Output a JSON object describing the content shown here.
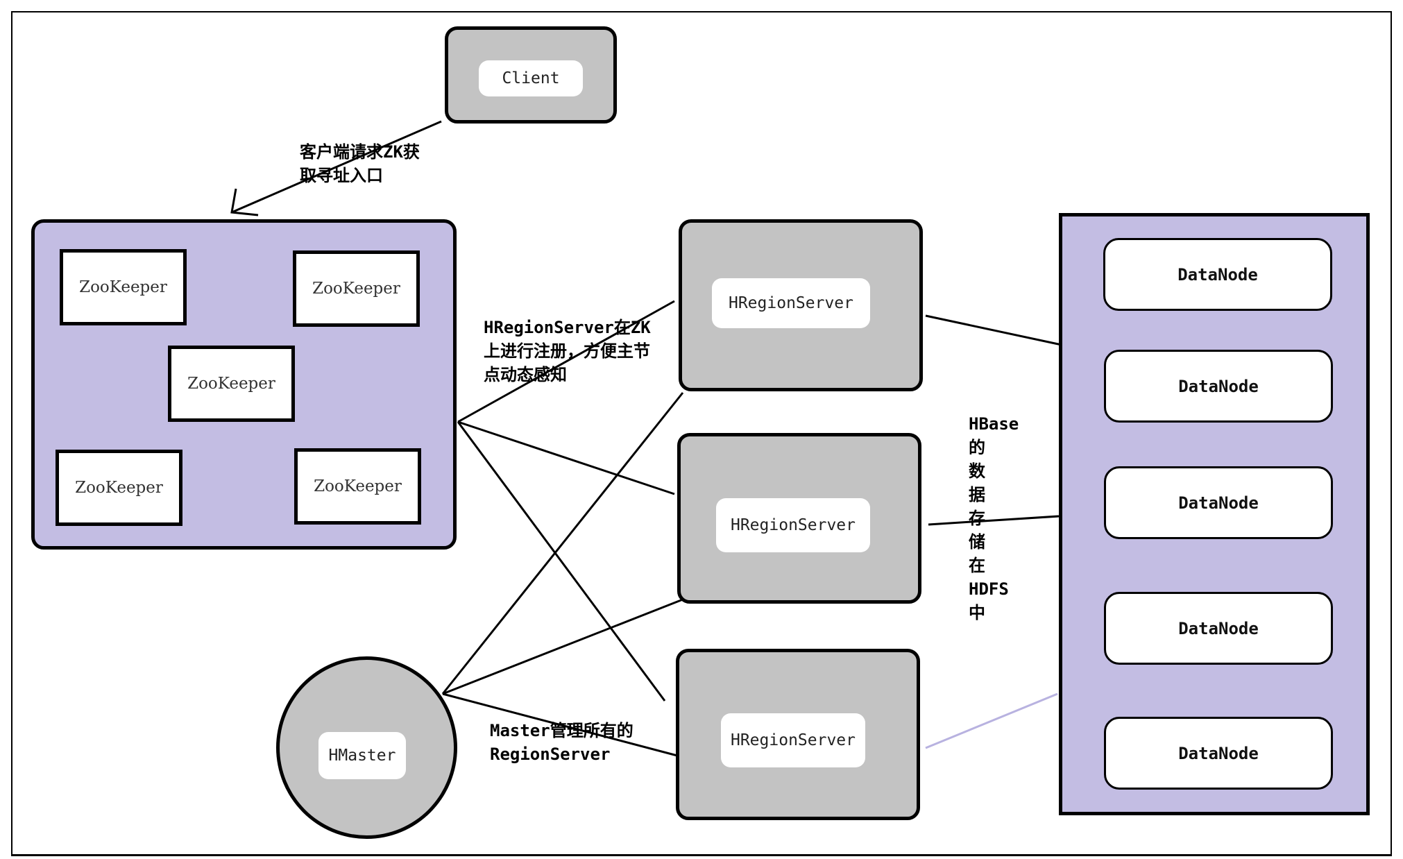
{
  "client": {
    "label": "Client"
  },
  "zookeeper_cluster": {
    "nodes": [
      "ZooKeeper",
      "ZooKeeper",
      "ZooKeeper",
      "ZooKeeper",
      "ZooKeeper"
    ]
  },
  "region_servers": [
    "HRegionServer",
    "HRegionServer",
    "HRegionServer"
  ],
  "master": {
    "label": "HMaster"
  },
  "hdfs": {
    "datanodes": [
      "DataNode",
      "DataNode",
      "DataNode",
      "DataNode",
      "DataNode"
    ]
  },
  "annotations": {
    "client_to_zk": "客户端请求ZK获\n取寻址入口",
    "rs_register": "HRegionServer在ZK\n上进行注册，方便主节\n点动态感知",
    "master_manage": "Master管理所有的\nRegionServer",
    "hbase_storage": "HBase\n的\n数\n据\n存\n储\n在\nHDFS\n中"
  },
  "colors": {
    "box_gray": "#c3c3c3",
    "cluster_purple": "#c3bde3",
    "line": "#000000",
    "faint_link": "#b8b2e0"
  }
}
